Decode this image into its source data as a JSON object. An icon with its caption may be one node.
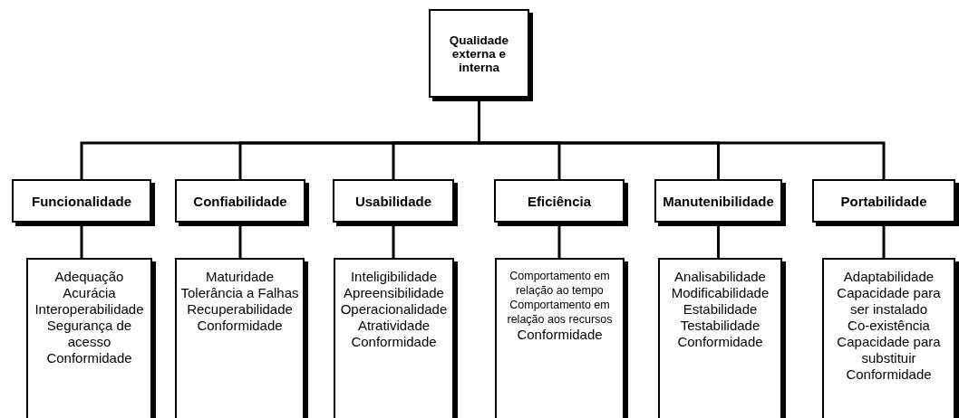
{
  "diagram": {
    "nodes": [
      {
        "text": [
          "Qualidade externa e interna"
        ]
      },
      {
        "text": [
          "Funcionalidade"
        ]
      },
      {
        "text": [
          "Confiabilidade"
        ]
      },
      {
        "text": [
          "Usabilidade"
        ]
      },
      {
        "text": [
          "Eficiência"
        ]
      },
      {
        "text": [
          "Manutenibilidade"
        ]
      },
      {
        "text": [
          "Portabilidade"
        ]
      },
      {
        "text": [
          "Adequação",
          "Acurácia",
          "Interoperabilidade",
          "Segurança de acesso",
          "Conformidade"
        ]
      },
      {
        "text": [
          "Maturidade",
          "Tolerância a Falhas",
          "Recuperabilidade",
          "Conformidade"
        ]
      },
      {
        "text": [
          "Inteligibilidade",
          "Apreensibilidade",
          "Operacionalidade",
          "Atratividade",
          "Conformidade"
        ]
      },
      {
        "text": [
          "Comportamento em relação ao tempo",
          "Comportamento em relação aos recursos",
          "Conformidade"
        ]
      },
      {
        "text": [
          "Analisabilidade",
          "Modificabilidade",
          "Estabilidade",
          "Testabilidade",
          "Conformidade"
        ]
      },
      {
        "text": [
          "Adaptabilidade",
          "Capacidade para ser instalado",
          "Co-existência",
          "Capacidade para substituir",
          "Conformidade"
        ]
      }
    ],
    "edges": [
      {
        "from": 0,
        "to": 1,
        "arrow": "none"
      },
      {
        "from": 0,
        "to": 2,
        "arrow": "none"
      },
      {
        "from": 0,
        "to": 3,
        "arrow": "none"
      },
      {
        "from": 0,
        "to": 4,
        "arrow": "none"
      },
      {
        "from": 0,
        "to": 5,
        "arrow": "none"
      },
      {
        "from": 0,
        "to": 6,
        "arrow": "none"
      },
      {
        "from": 1,
        "to": 7,
        "arrow": "none"
      },
      {
        "from": 2,
        "to": 8,
        "arrow": "none"
      },
      {
        "from": 3,
        "to": 9,
        "arrow": "none"
      },
      {
        "from": 4,
        "to": 10,
        "arrow": "none"
      },
      {
        "from": 5,
        "to": 11,
        "arrow": "none"
      },
      {
        "from": 6,
        "to": 12,
        "arrow": "none"
      }
    ]
  }
}
